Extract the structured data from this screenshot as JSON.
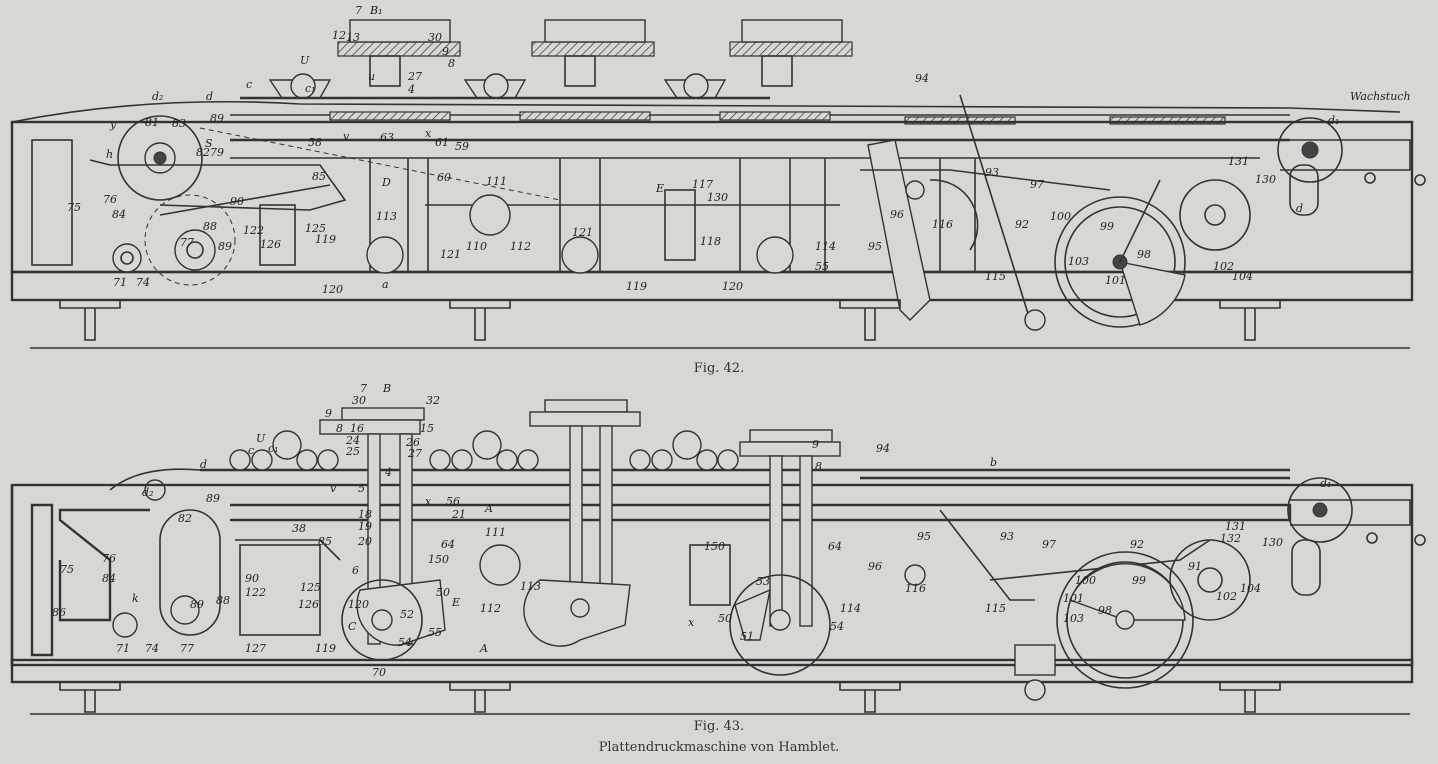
{
  "figures": [
    {
      "caption": "Fig. 42.",
      "labels": [
        "B₁",
        "7",
        "12",
        "13",
        "30",
        "9",
        "8",
        "U",
        "c",
        "c₁",
        "u",
        "27",
        "4",
        "d₂",
        "d",
        "89",
        "y",
        "81",
        "83",
        "S",
        "79",
        "82",
        "h",
        "76",
        "75",
        "84",
        "58",
        "63",
        "61",
        "59",
        "60",
        "x",
        "v",
        "85",
        "90",
        "88",
        "77",
        "89",
        "71",
        "74",
        "122",
        "125",
        "126",
        "119",
        "120",
        "D",
        "113",
        "a",
        "121",
        "111",
        "110",
        "112",
        "E",
        "117",
        "130",
        "121",
        "118",
        "119",
        "120",
        "55",
        "114",
        "94",
        "93",
        "97",
        "92",
        "96",
        "95",
        "116",
        "115",
        "100",
        "99",
        "98",
        "101",
        "103",
        "102",
        "104",
        "131",
        "130",
        "d",
        "d₁",
        "Wachstuch"
      ]
    },
    {
      "caption": "Fig. 43.",
      "labels": [
        "B",
        "7",
        "30",
        "32",
        "9",
        "8",
        "16",
        "15",
        "24",
        "25",
        "26",
        "27",
        "U",
        "c",
        "c₁",
        "d",
        "4",
        "v",
        "5",
        "18",
        "19",
        "20",
        "d₂",
        "82",
        "89",
        "76",
        "75",
        "84",
        "k",
        "86",
        "71",
        "74",
        "77",
        "89",
        "88",
        "90",
        "122",
        "127",
        "126",
        "125",
        "119",
        "38",
        "85",
        "6",
        "x",
        "56",
        "21",
        "A",
        "64",
        "150",
        "50",
        "E",
        "C",
        "120",
        "52",
        "54",
        "55",
        "70",
        "111",
        "112",
        "113",
        "A",
        "150",
        "50",
        "51",
        "53",
        "54",
        "x",
        "9",
        "94",
        "b",
        "8",
        "64",
        "114",
        "95",
        "96",
        "116",
        "93",
        "97",
        "92",
        "115",
        "100",
        "101",
        "103",
        "98",
        "99",
        "91",
        "102",
        "104",
        "132",
        "131",
        "130",
        "d₁"
      ]
    }
  ],
  "title": "Plattendruckmaschine von Hamblet."
}
